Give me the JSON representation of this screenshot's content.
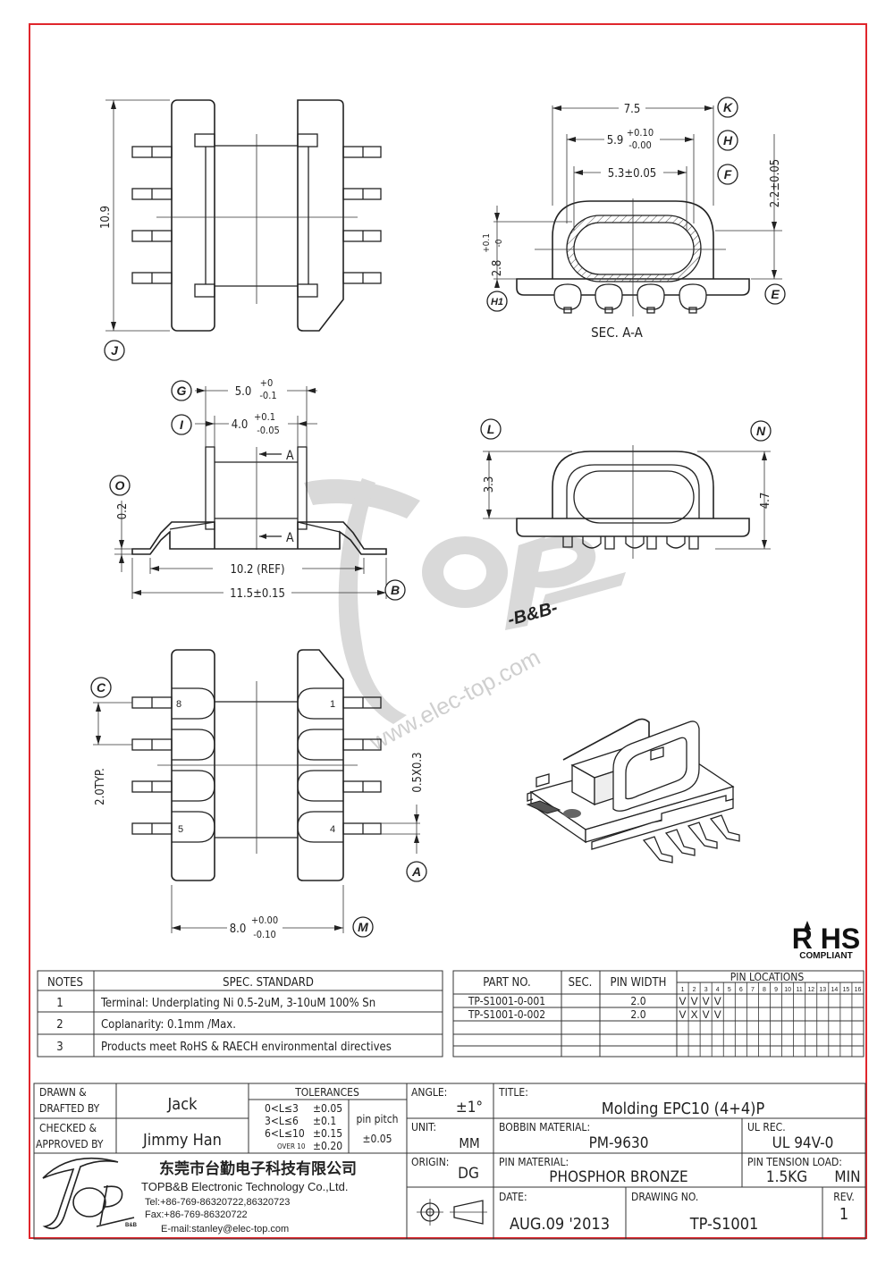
{
  "drawing": {
    "views": {
      "section": "SEC. A-A",
      "dims": {
        "k": "7.5",
        "h": "5.9",
        "h_tol_up": "+0.10",
        "h_tol_dn": "-0.00",
        "f": "5.3±0.05",
        "e": "2.2±0.05",
        "h1": "2.8",
        "h1_tol_up": "+0.1",
        "h1_tol_dn": "-0",
        "j": "10.9",
        "g": "5.0",
        "g_tol_up": "+0",
        "g_tol_dn": "-0.1",
        "i": "4.0",
        "i_tol_up": "+0.1",
        "i_tol_dn": "-0.05",
        "o": "0.2",
        "ref": "10.2 (REF)",
        "b": "11.5±0.15",
        "l": "3.3",
        "n": "4.7",
        "c": "2.0TYP.",
        "a": "0.5X0.3",
        "m": "8.0",
        "m_tol_up": "+0.00",
        "m_tol_dn": "-0.10",
        "section_mark": "A"
      },
      "balloons": [
        "K",
        "H",
        "F",
        "E",
        "H1",
        "J",
        "G",
        "I",
        "O",
        "B",
        "L",
        "N",
        "C",
        "A",
        "M"
      ],
      "pins": [
        "8",
        "1",
        "5",
        "4"
      ]
    },
    "rohs": {
      "title": "R HS",
      "sub": "COMPLIANT"
    },
    "watermark": {
      "url": "www.elec-top.com",
      "brand": "-B&B-"
    }
  },
  "notes": {
    "headers": [
      "NOTES",
      "SPEC. STANDARD"
    ],
    "rows": [
      {
        "no": "1",
        "text": "Terminal: Underplating Ni 0.5-2uM, 3-10uM 100% Sn"
      },
      {
        "no": "2",
        "text": "Coplanarity: 0.1mm /Max."
      },
      {
        "no": "3",
        "text": "Products meet RoHS & RAECH environmental directives"
      }
    ]
  },
  "parts": {
    "headers": [
      "PART NO.",
      "SEC.",
      "PIN WIDTH",
      "PIN LOCATIONS"
    ],
    "pin_numbers": [
      "1",
      "2",
      "3",
      "4",
      "5",
      "6",
      "7",
      "8",
      "9",
      "10",
      "11",
      "12",
      "13",
      "14",
      "15",
      "16"
    ],
    "rows": [
      {
        "part": "TP-S1001-0-001",
        "sec": "",
        "width": "2.0",
        "pins": [
          "V",
          "V",
          "V",
          "V"
        ]
      },
      {
        "part": "TP-S1001-0-002",
        "sec": "",
        "width": "2.0",
        "pins": [
          "V",
          "X",
          "V",
          "V"
        ]
      }
    ]
  },
  "title_block": {
    "drawn_label": "DRAWN &",
    "drafted_label": "DRAFTED BY",
    "drawn_by": "Jack",
    "checked_label": "CHECKED &",
    "approved_label": "APPROVED BY",
    "approved_by": "Jimmy Han",
    "tolerances": {
      "label": "TOLERANCES",
      "rows": [
        {
          "range": "0<L≤3",
          "tol": "±0.05"
        },
        {
          "range": "3<L≤6",
          "tol": "±0.1"
        },
        {
          "range": "6<L≤10",
          "tol": "±0.15"
        },
        {
          "range": "OVER 10",
          "tol": "±0.20"
        }
      ],
      "pin_pitch_label": "pin pitch",
      "pin_pitch": "±0.05"
    },
    "angle_label": "ANGLE:",
    "angle": "±1°",
    "unit_label": "UNIT:",
    "unit": "MM",
    "origin_label": "ORIGIN:",
    "origin": "DG",
    "title_label": "TITLE:",
    "title": "Molding EPC10 (4+4)P",
    "bobbin_label": "BOBBIN MATERIAL:",
    "bobbin": "PM-9630",
    "ul_label": "UL REC.",
    "ul": "UL 94V-0",
    "pin_material_label": "PIN MATERIAL:",
    "pin_material": "PHOSPHOR BRONZE",
    "tension_label": "PIN TENSION LOAD:",
    "tension_value": "1.5KG",
    "tension_unit": "MIN",
    "date_label": "DATE:",
    "date": "AUG.09 '2013",
    "drawing_no_label": "DRAWING NO.",
    "drawing_no": "TP-S1001",
    "rev_label": "REV.",
    "rev": "1",
    "company_cn": "东莞市台勤电子科技有限公司",
    "company_en": "TOPB&B Electronic Technology Co.,Ltd.",
    "tel": "Tel:+86-769-86320722,86320723",
    "fax": "Fax:+86-769-86320722",
    "email": "E-mail:stanley@elec-top.com"
  },
  "colors": {
    "border": "#e0262c",
    "line": "#222222",
    "watermark": "#d9d9d9"
  }
}
